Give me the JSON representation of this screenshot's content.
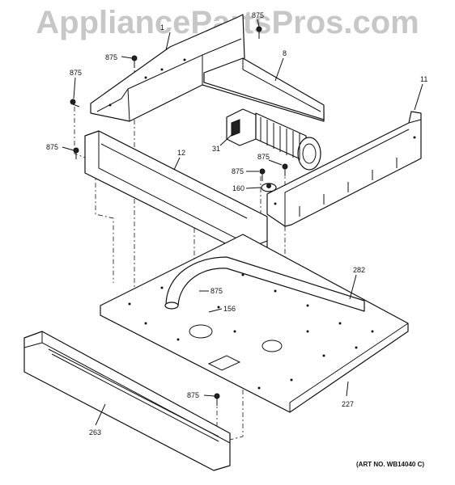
{
  "watermark": "AppliancePartsPros.com",
  "art_number": "(ART NO. WB14040 C)",
  "callouts": {
    "c875_top": "875",
    "c875_a": "875",
    "c875_b": "875",
    "c875_c": "875",
    "c875_d": "875",
    "c875_e": "875",
    "c875_f": "875",
    "c875_g": "875",
    "c1": "1",
    "c8": "8",
    "c11": "11",
    "c12": "12",
    "c31": "31",
    "c160": "160",
    "c156": "156",
    "c282": "282",
    "c227": "227",
    "c263": "263"
  }
}
